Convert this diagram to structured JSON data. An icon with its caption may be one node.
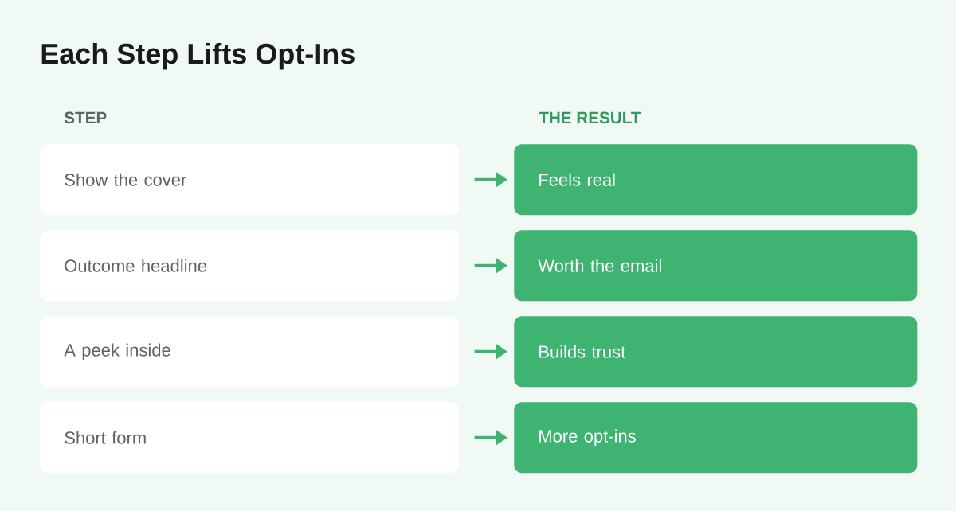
{
  "diagram": {
    "title": "Each Step Lifts Opt-Ins",
    "nodes": [
      {
        "text": [
          "Show the cover"
        ]
      },
      {
        "text": [
          "Feels real"
        ]
      },
      {
        "text": [
          "Outcome headline"
        ]
      },
      {
        "text": [
          "Worth the email"
        ]
      },
      {
        "text": [
          "A peek inside"
        ]
      },
      {
        "text": [
          "Builds trust"
        ]
      },
      {
        "text": [
          "Short form"
        ]
      },
      {
        "text": [
          "More opt-ins"
        ]
      }
    ],
    "edges": [
      {
        "from": 0,
        "to": 1,
        "arrow": "to"
      },
      {
        "from": 2,
        "to": 3,
        "arrow": "to"
      },
      {
        "from": 4,
        "to": 5,
        "arrow": "to"
      },
      {
        "from": 6,
        "to": 7,
        "arrow": "to"
      }
    ],
    "labels": [
      "STEP",
      "THE RESULT"
    ]
  }
}
